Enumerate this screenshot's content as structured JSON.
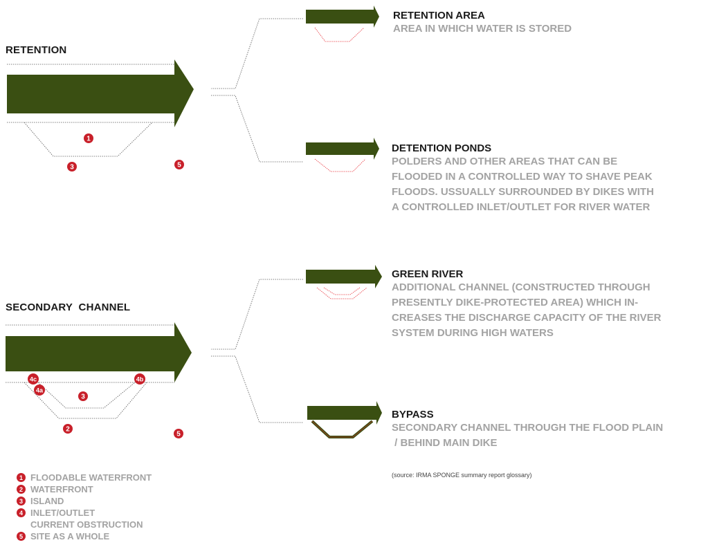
{
  "colors": {
    "arrow": "#3a4f12",
    "badge": "#c8202a",
    "gray_text": "#a3a3a3",
    "red_outline": "#e8323a"
  },
  "sections": {
    "retention": {
      "title": "RETENTION"
    },
    "secondary": {
      "title": "SECONDARY  CHANNEL"
    }
  },
  "badges": {
    "retention": [
      "1",
      "3",
      "5"
    ],
    "secondary": [
      "4c",
      "4b",
      "4a",
      "3",
      "2",
      "5"
    ]
  },
  "items": [
    {
      "title": "RETENTION AREA",
      "lines": [
        "AREA IN WHICH WATER IS STORED"
      ]
    },
    {
      "title": "DETENTION PONDS",
      "lines": [
        "POLDERS AND OTHER AREAS THAT CAN BE",
        "FLOODED IN A CONTROLLED WAY TO SHAVE PEAK",
        "FLOODS. USSUALLY SURROUNDED BY DIKES WITH",
        "A CONTROLLED INLET/OUTLET FOR RIVER WATER"
      ]
    },
    {
      "title": "GREEN RIVER",
      "lines": [
        "ADDITIONAL CHANNEL (CONSTRUCTED THROUGH",
        "PRESENTLY DIKE-PROTECTED AREA) WHICH IN-",
        "CREASES THE DISCHARGE CAPACITY OF THE RIVER",
        "SYSTEM DURING HIGH WATERS"
      ]
    },
    {
      "title": "BYPASS",
      "lines": [
        "SECONDARY CHANNEL THROUGH THE FLOOD PLAIN",
        " / BEHIND MAIN DIKE"
      ]
    }
  ],
  "source_note": "(source:  IRMA SPONGE summary report  glossary)",
  "legend": [
    {
      "num": "1",
      "lines": [
        "FLOODABLE WATERFRONT"
      ]
    },
    {
      "num": "2",
      "lines": [
        "WATERFRONT"
      ]
    },
    {
      "num": "3",
      "lines": [
        "ISLAND"
      ]
    },
    {
      "num": "4",
      "lines": [
        "INLET/OUTLET",
        "CURRENT OBSTRUCTION"
      ]
    },
    {
      "num": "5",
      "lines": [
        "SITE AS A WHOLE"
      ]
    }
  ]
}
